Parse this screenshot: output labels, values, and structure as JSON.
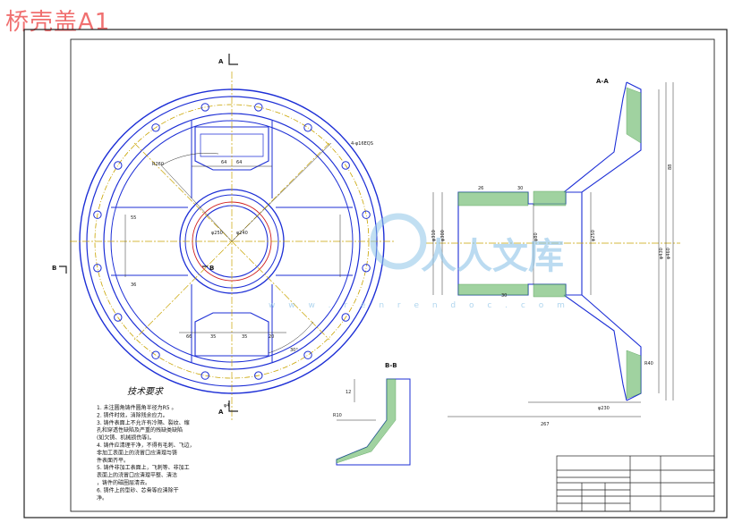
{
  "title": "桥壳盖A1",
  "view_labels": {
    "a_top": "A",
    "a_bottom": "A",
    "b_left": "B",
    "b_center": "B",
    "section_aa": "A-A",
    "section_bb": "B-B"
  },
  "notes": {
    "heading": "技术要求",
    "items": [
      "1.  未注圆角铸件圆角半径为R5 。",
      "2.  铸件时效，消除残余应力。",
      "3.  铸件表面上不允许有冷隔、裂纹、缩",
      "    孔和穿透性缺陷及严重的残缺类缺陷",
      "    (如欠铸、机械损伤等)。",
      "4.  铸件应清理干净，不得有毛刺、飞边，",
      "    非加工表面上的浇冒口应清理与铸",
      "    件表面齐平。",
      "5.  铸件非加工表面上，飞刺等、非加工",
      "    表面上的浇冒口应清理平整、清洁",
      "    ，铸件的磁圈层清去。",
      "6.  铸件上的型砂、芯骨等应清除干",
      "    净。"
    ]
  },
  "watermark": {
    "text": "人人文库",
    "url": "w w w . r e n r e n d o c . c o m"
  },
  "colors": {
    "outline": "#1d2fd6",
    "center": "#c9a400",
    "dim": "#2a2a2a",
    "hatch": "#2a8a2a",
    "red": "#d02020",
    "title": "#f07070"
  }
}
